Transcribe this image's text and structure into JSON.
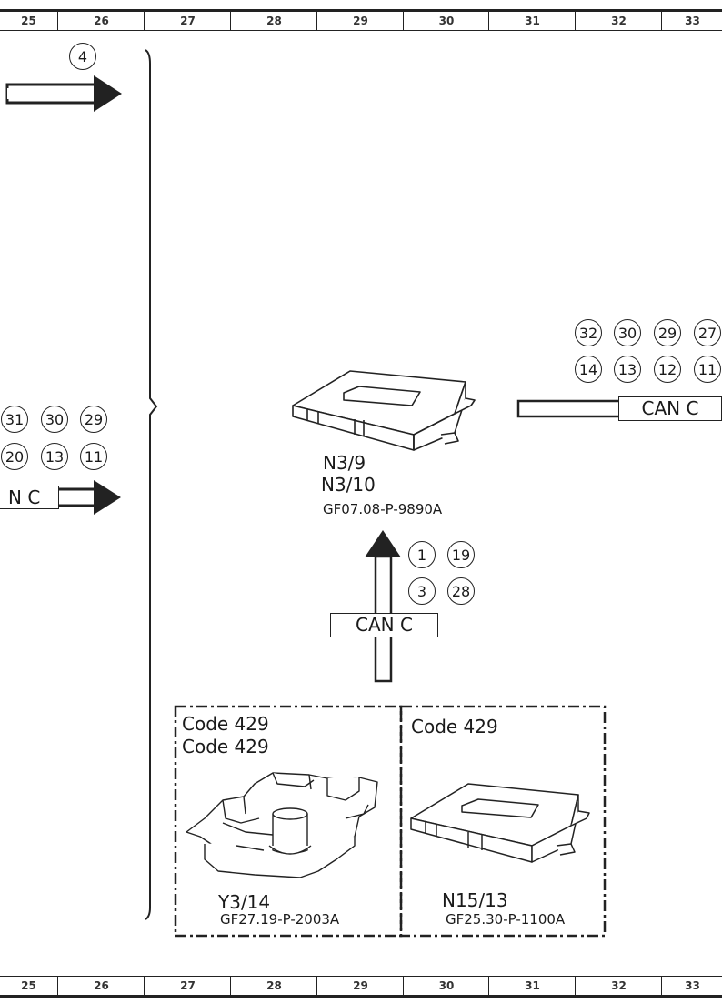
{
  "ruler": [
    "25",
    "26",
    "27",
    "28",
    "29",
    "30",
    "31",
    "32",
    "33"
  ],
  "arrow_left_top": {
    "refs": [
      "4"
    ]
  },
  "arrow_left_mid": {
    "refs_row1": [
      "31",
      "30",
      "29"
    ],
    "refs_row2": [
      "20",
      "13",
      "11"
    ],
    "label": "N C"
  },
  "arrow_right": {
    "refs_row1": [
      "32",
      "30",
      "29",
      "27"
    ],
    "refs_row2": [
      "14",
      "13",
      "12",
      "11"
    ],
    "label": "CAN C"
  },
  "center_module": {
    "label1": "N3/9",
    "label2": "N3/10",
    "doc": "GF07.08-P-9890A"
  },
  "arrow_up": {
    "refs_row1": [
      "1",
      "19"
    ],
    "refs_row2": [
      "3",
      "28"
    ],
    "label": "CAN C"
  },
  "box_left": {
    "code1": "Code 429",
    "code2": "Code 429",
    "component": "Y3/14",
    "doc": "GF27.19-P-2003A"
  },
  "box_right": {
    "code1": "Code 429",
    "component": "N15/13",
    "doc": "GF25.30-P-1100A"
  }
}
